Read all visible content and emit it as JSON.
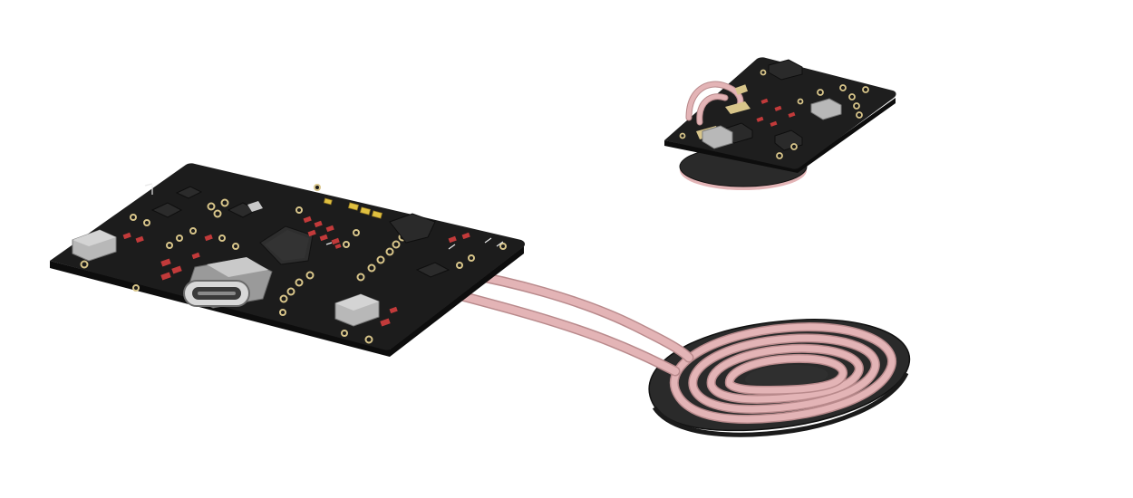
{
  "scene": {
    "background": "#ffffff",
    "objects": [
      "transmitter-pcb",
      "usb-c-connector",
      "induction-coil",
      "coil-wires",
      "receiver-pcb",
      "receiver-coil-disc"
    ]
  },
  "colors": {
    "pcb": "#1c1c1c",
    "pcb_edge": "#0d0d0d",
    "copper_pad": "#d8c58a",
    "wire": "#e3b4b6",
    "wire_shadow": "#b98a8c",
    "coil_base": "#2a2a2a",
    "metal": "#c9c9c9",
    "component_grey": "#b8b8b8",
    "resistor_red": "#c23a3a",
    "led_gold": "#e0c040",
    "chip": "#2e2e2e"
  }
}
